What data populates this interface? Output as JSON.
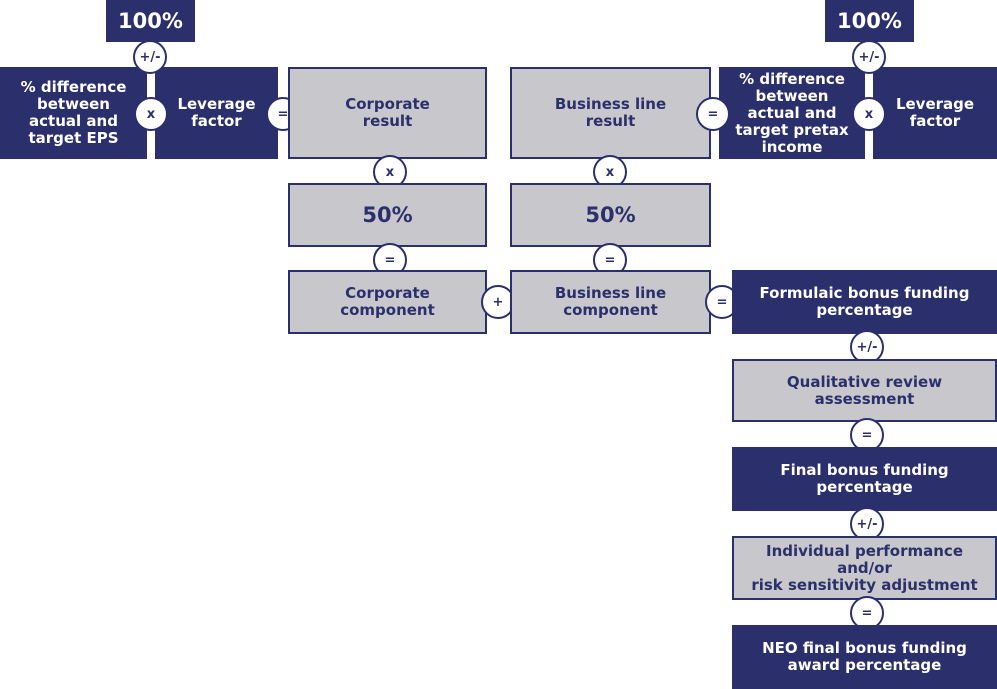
{
  "colors": {
    "navy": "#2b2f6b",
    "gray": "#c8c8cc",
    "background": "#ffffff"
  },
  "left": {
    "hundred": "100%",
    "pm": "+/-",
    "eps_diff": "% difference\nbetween\nactual and\ntarget EPS",
    "times": "x",
    "leverage": "Leverage\nfactor",
    "equals": "="
  },
  "corporate": {
    "result": "Corporate\nresult",
    "times": "x",
    "fifty": "50%",
    "equals": "=",
    "component": "Corporate\ncomponent"
  },
  "plus": "+",
  "business": {
    "result": "Business line\nresult",
    "times": "x",
    "fifty": "50%",
    "equals": "=",
    "component": "Business line\ncomponent"
  },
  "right": {
    "equals": "=",
    "pretax_diff": "% difference\nbetween\nactual and\ntarget pretax\nincome",
    "times": "x",
    "leverage": "Leverage\nfactor",
    "pm": "+/-",
    "hundred": "100%"
  },
  "chain": {
    "equals_in": "=",
    "formulaic": "Formulaic bonus funding\npercentage",
    "pm1": "+/-",
    "qualitative": "Qualitative review\nassessment",
    "equals1": "=",
    "final": "Final bonus funding\npercentage",
    "pm2": "+/-",
    "individual": "Individual performance and/or\nrisk sensitivity adjustment",
    "equals2": "=",
    "neo": "NEO final bonus funding\naward percentage"
  }
}
